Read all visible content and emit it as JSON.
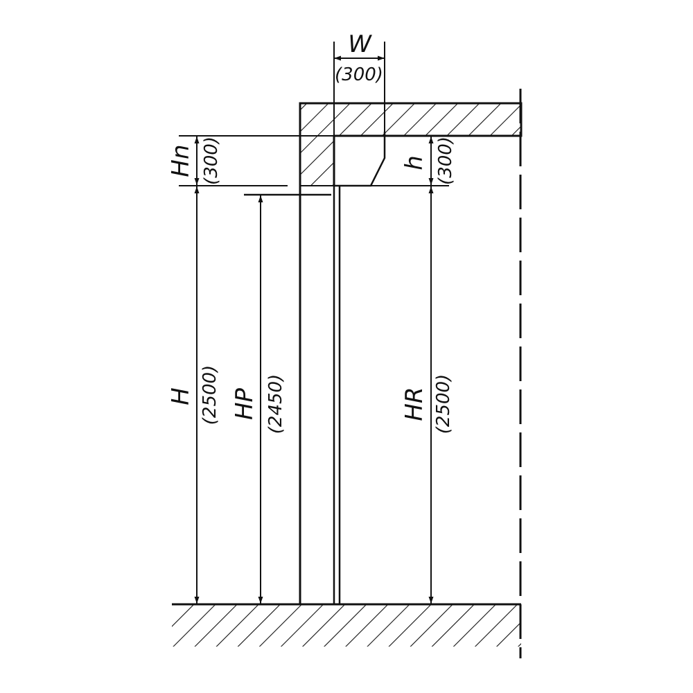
{
  "colors": {
    "ink": "#111111",
    "paper": "#ffffff"
  },
  "dimensions": {
    "width": {
      "label": "W",
      "value": "(300)"
    },
    "header_height": {
      "label": "Hn",
      "value": "(300)"
    },
    "lintel_height": {
      "label": "h",
      "value": "(300)"
    },
    "height": {
      "label": "H",
      "value": "(2500)"
    },
    "panel_height": {
      "label": "HP",
      "value": "(2450)"
    },
    "room_height": {
      "label": "HR",
      "value": "(2500)"
    }
  }
}
